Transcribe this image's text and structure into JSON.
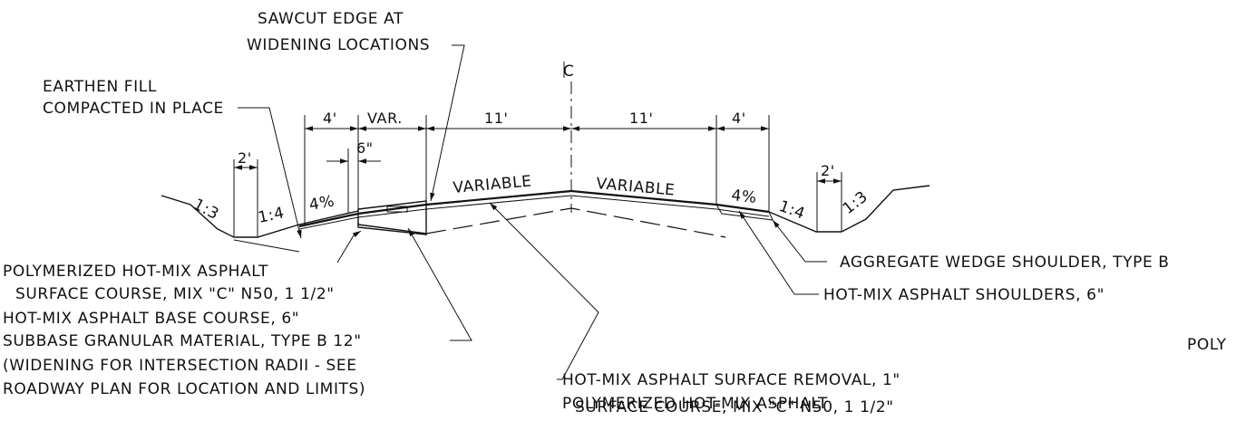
{
  "notes": {
    "sawcut_1": "SAWCUT EDGE AT",
    "sawcut_2": "WIDENING LOCATIONS",
    "earthen_1": "EARTHEN FILL",
    "earthen_2": "COMPACTED IN PLACE",
    "centerline": "C",
    "poly_left_1": "POLYMERIZED HOT-MIX ASPHALT",
    "poly_left_2": "SURFACE COURSE, MIX \"C\" N50, 1 1/2\"",
    "base_course": "HOT-MIX ASPHALT BASE COURSE, 6\"",
    "subbase": "SUBBASE GRANULAR MATERIAL, TYPE B 12\"",
    "widening_1": "(WIDENING FOR INTERSECTION RADII - SEE",
    "widening_2": "ROADWAY PLAN FOR LOCATION AND LIMITS)",
    "removal": "HOT-MIX ASPHALT SURFACE REMOVAL, 1\"",
    "poly_center_1": "POLYMERIZED HOT-MIX ASPHALT",
    "poly_center_2": "SURFACE COURSE, MIX \"C\" N50, 1 1/2\"",
    "aggregate_wedge": "AGGREGATE WEDGE SHOULDER, TYPE B",
    "hma_shoulders": "HOT-MIX ASPHALT SHOULDERS, 6\"",
    "poly_cut": "POLY"
  },
  "dimensions": {
    "left_shoulder": "4'",
    "variable_width": "VAR.",
    "left_lane": "11'",
    "right_lane": "11'",
    "right_shoulder": "4'",
    "left_ditch": "2'",
    "right_ditch": "2'",
    "six_inch": "6\""
  },
  "slopes": {
    "left_foreslope": "1:3",
    "left_backslope": "1:4",
    "left_shoulder_pct": "4%",
    "left_lane": "VARIABLE",
    "right_lane": "VARIABLE",
    "right_shoulder_pct": "4%",
    "right_backslope": "1:4",
    "right_foreslope": "1:3"
  }
}
